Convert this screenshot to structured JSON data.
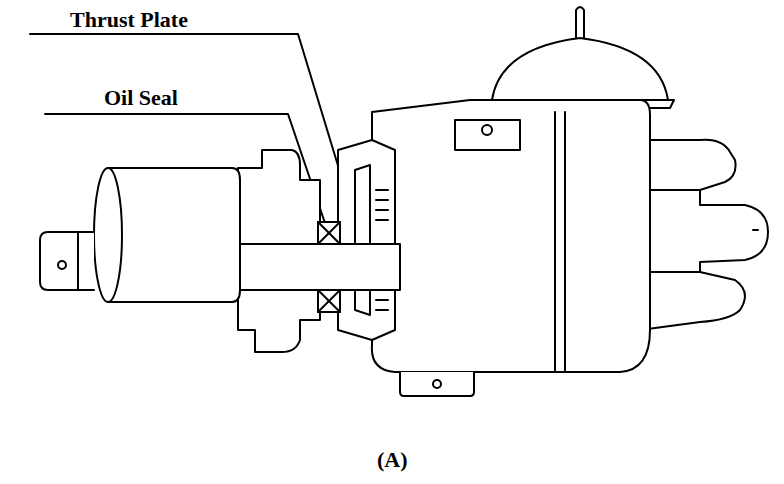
{
  "diagram": {
    "caption": "(A)",
    "labels": [
      "Thrust Plate",
      "Oil Seal"
    ]
  }
}
